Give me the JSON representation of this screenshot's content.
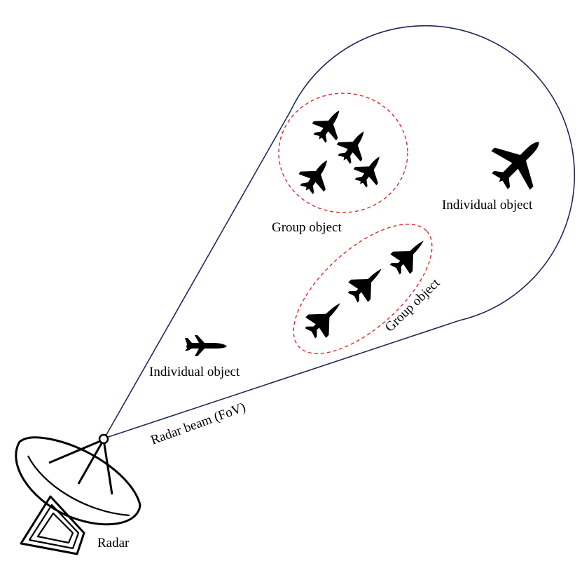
{
  "labels": {
    "group_object_top": "Group object",
    "group_object_middle": "Group object",
    "individual_object_right": "Individual object",
    "individual_object_left": "Individual object",
    "radar_beam": "Radar beam (FoV)",
    "radar": "Radar"
  },
  "colors": {
    "beam": "#1f2a55",
    "group_ring": "#e0262b",
    "aircraft": "#000000"
  },
  "icons": {
    "fighter": "fighter-jet-icon",
    "airliner": "airliner-icon",
    "business_jet": "business-jet-icon",
    "radar": "radar-dish-icon"
  }
}
